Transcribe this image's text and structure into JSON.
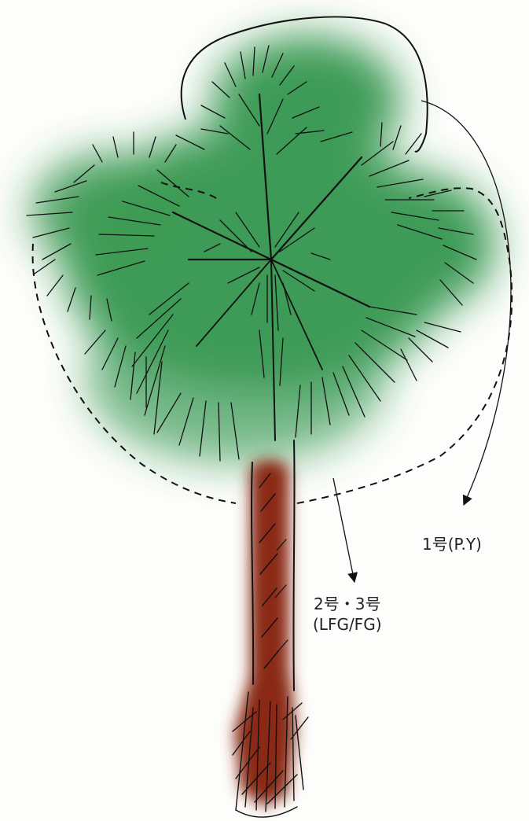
{
  "labels": {
    "layer_1": "1号(P.Y)",
    "layer_23_line1": "2号・3号",
    "layer_23_line2": "(LFG/FG)"
  },
  "colors": {
    "foliage": "#1f8a3a",
    "trunk": "#8a2a12",
    "ink": "#111111"
  }
}
